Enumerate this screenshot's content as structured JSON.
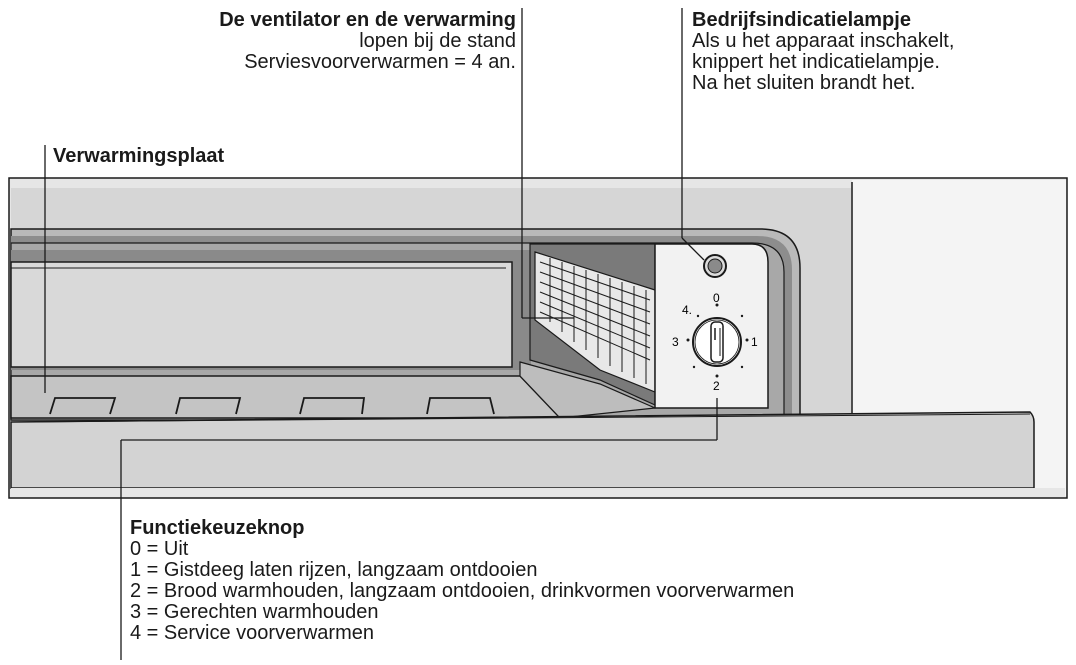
{
  "callouts": {
    "fan_heating": {
      "title": "De ventilator en de verwarming",
      "line1": "lopen bij de stand",
      "line2": "Serviesvoorverwarmen = 4 an."
    },
    "indicator_lamp": {
      "title": "Bedrijfsindicatielampje",
      "line1": "Als u het apparaat inschakelt,",
      "line2": "knippert het indicatielampje.",
      "line3": "Na het sluiten brandt het."
    },
    "heating_plate": {
      "title": "Verwarmingsplaat"
    },
    "function_knob": {
      "title": "Functiekeuzeknop",
      "options": [
        "0 = Uit",
        "1 = Gistdeeg laten rijzen, langzaam ontdooien",
        "2 = Brood warmhouden, langzaam ontdooien, drinkvormen voorverwarmen",
        "3 = Gerechten warmhouden",
        "4 = Service voorverwarmen"
      ]
    }
  },
  "knob_positions": [
    "0",
    "1",
    "2",
    "3",
    "4."
  ],
  "colors": {
    "panel": "#d6d6d6",
    "cavity": "#a9a9a9",
    "dark": "#6f6f6f",
    "line": "#1a1a1a"
  }
}
